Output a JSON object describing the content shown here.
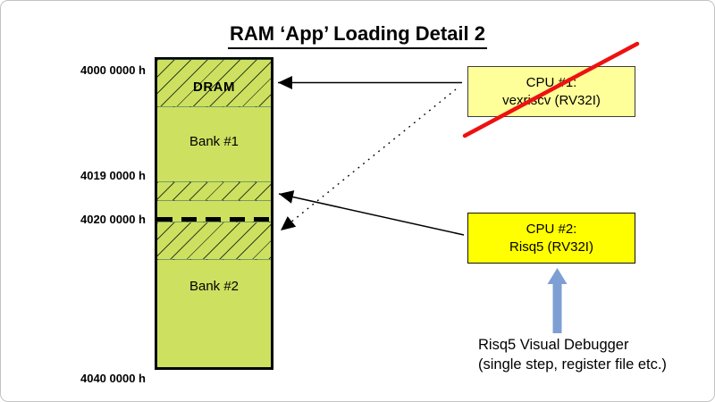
{
  "title": "RAM ‘App’ Loading Detail 2",
  "memory": {
    "dram_label": "DRAM",
    "bank1_label": "Bank #1",
    "bank2_label": "Bank #2",
    "addresses": [
      "4000 0000 h",
      "4019 0000 h",
      "4020 0000 h",
      "4040 0000 h"
    ]
  },
  "cpu1": {
    "line1": "CPU #1:",
    "line2": "vexriscv (RV32I)"
  },
  "cpu2": {
    "line1": "CPU #2:",
    "line2": "Risq5 (RV32I)"
  },
  "debugger": {
    "line1": "Risq5 Visual Debugger",
    "line2": "(single step, register file etc.)"
  },
  "colors": {
    "memory_fill": "#cde060",
    "cpu1_fill": "#ffff99",
    "cpu2_fill": "#ffff00",
    "cross_red": "#ee1111",
    "arrow_blue": "#7d9fd3"
  }
}
